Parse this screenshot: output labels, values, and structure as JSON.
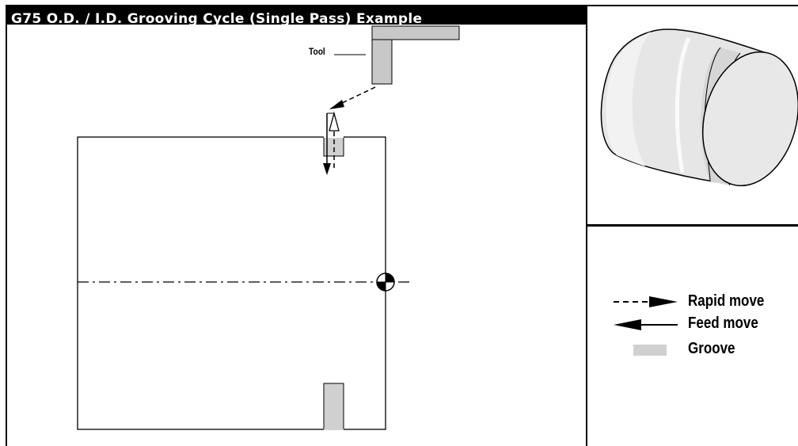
{
  "title": "G75  O.D. / I.D. Grooving Cycle (Single Pass) Example",
  "diagram": {
    "tool_label": "Tool"
  },
  "legend": {
    "items": [
      {
        "label": "Rapid move",
        "symbol": "dashed-arrow-right"
      },
      {
        "label": "Feed move",
        "symbol": "solid-arrow-left"
      },
      {
        "label": "Groove",
        "symbol": "gray-swatch"
      }
    ]
  },
  "colors": {
    "groove": "#d0d0d0",
    "tool": "#c8c8c8",
    "ink": "#000000",
    "title_bg": "#000000",
    "title_fg": "#ffffff"
  },
  "icons": [
    "workpiece-3d-illustration",
    "datum-target-icon"
  ]
}
